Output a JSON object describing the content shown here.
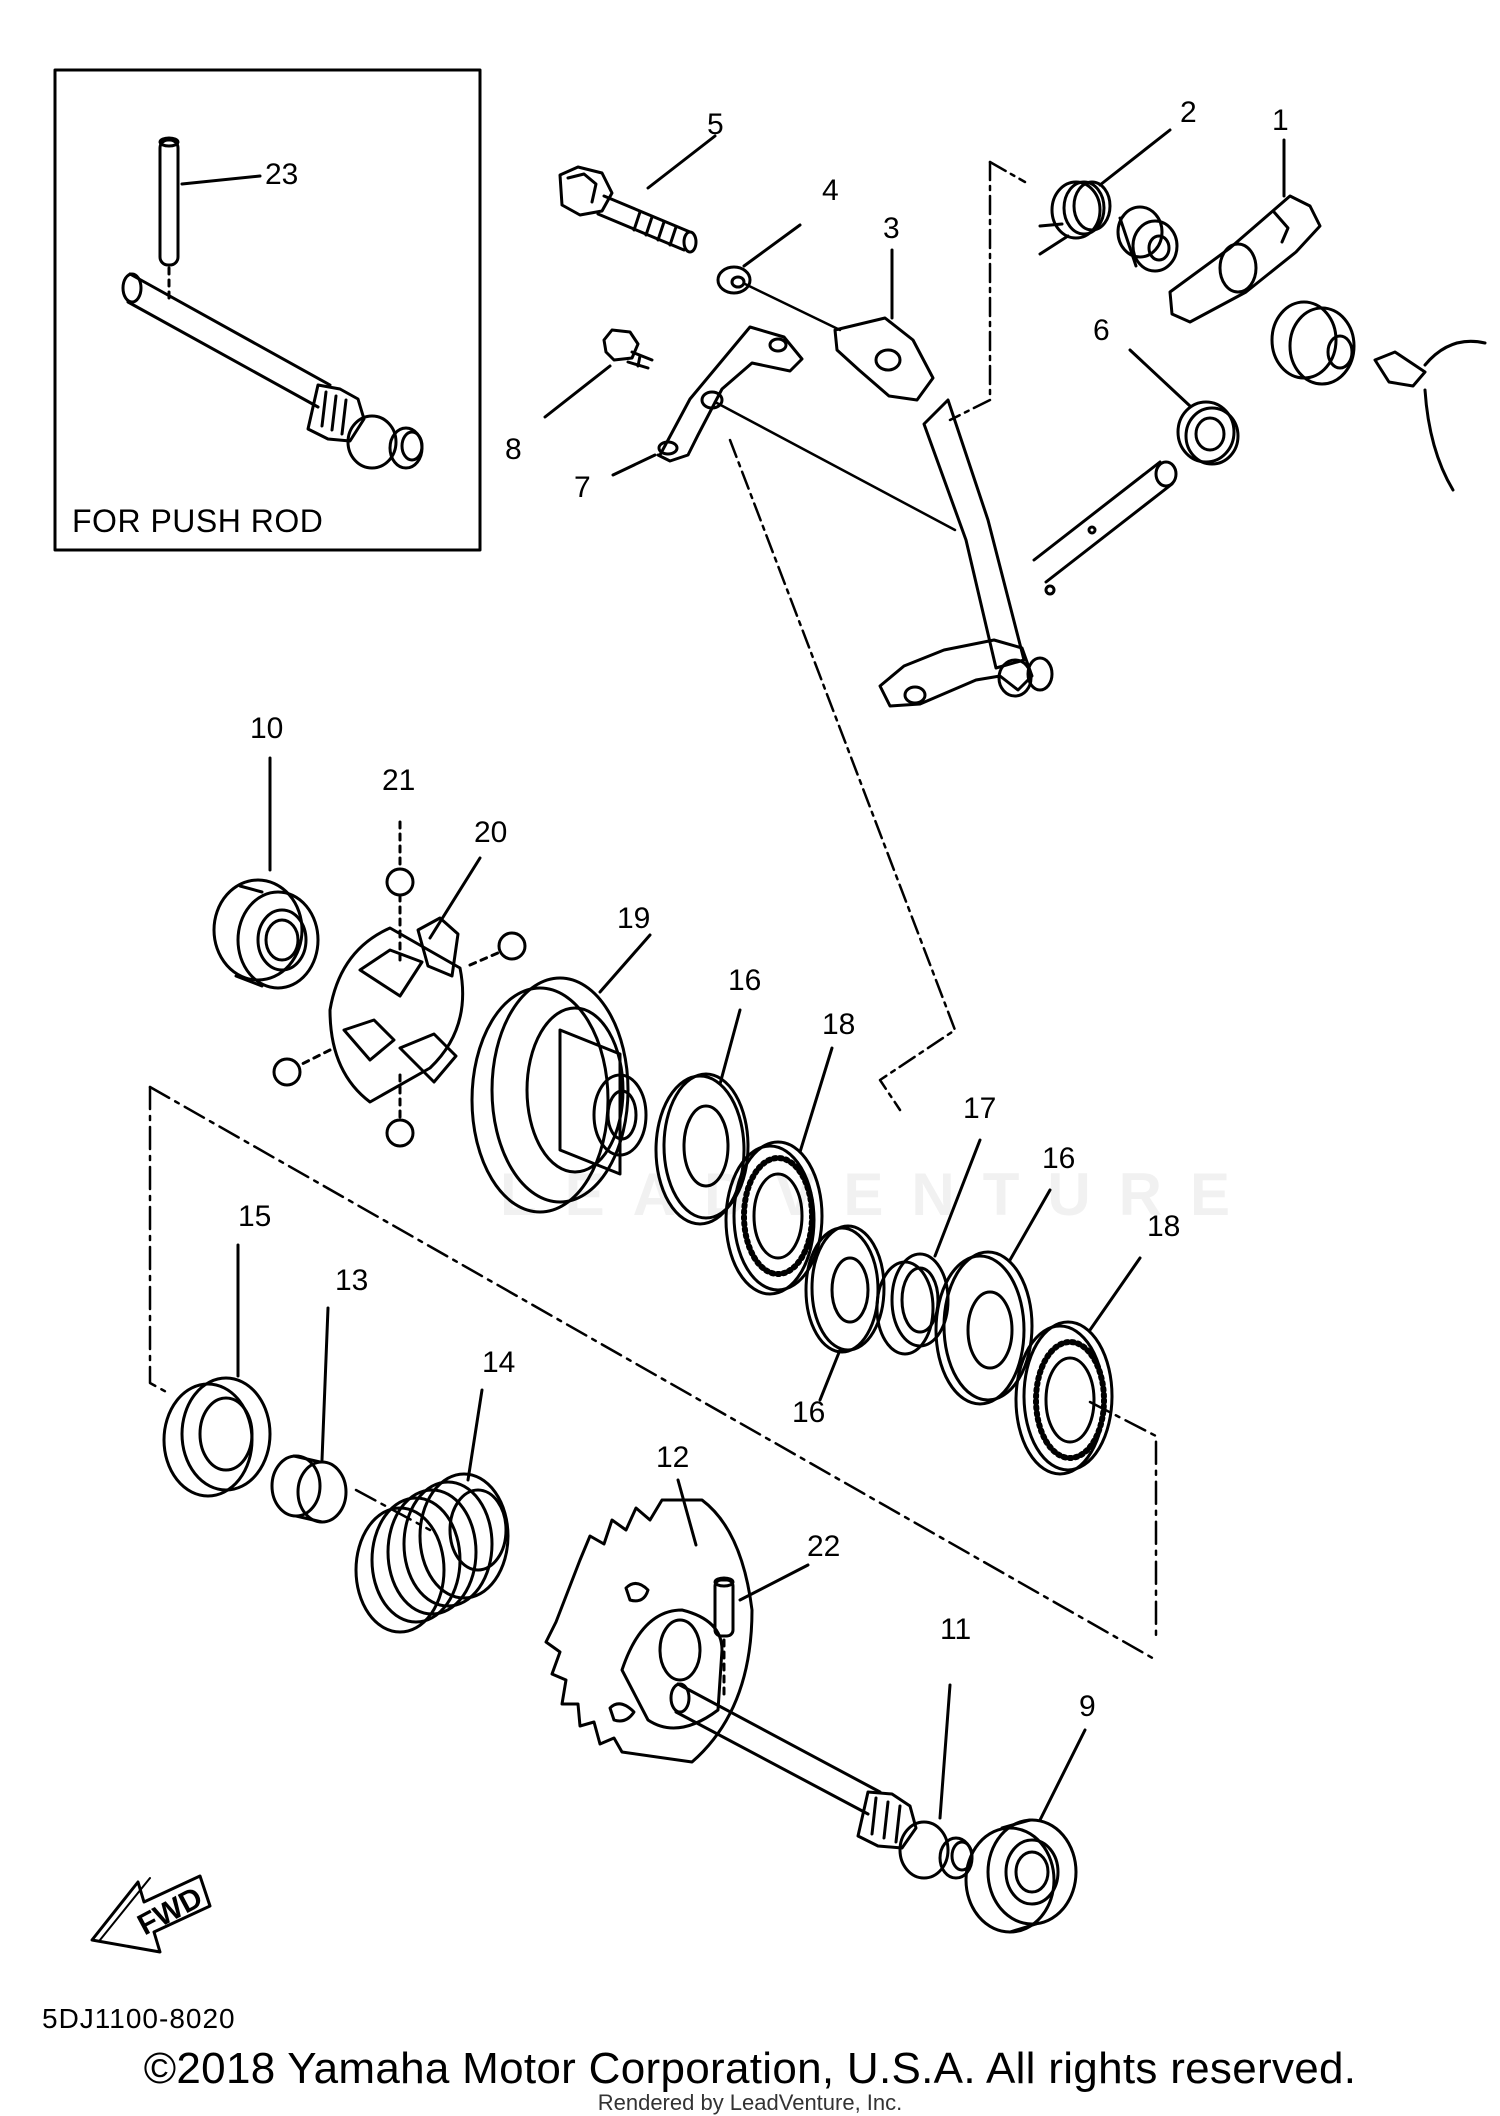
{
  "inset": {
    "caption": "FOR PUSH ROD"
  },
  "callouts": [
    "1",
    "2",
    "3",
    "4",
    "5",
    "6",
    "7",
    "8",
    "9",
    "10",
    "11",
    "12",
    "13",
    "14",
    "15",
    "16",
    "16",
    "16",
    "17",
    "18",
    "18",
    "19",
    "20",
    "21",
    "22",
    "23"
  ],
  "fwd_label": "FWD",
  "doc_code": "5DJ1100-8020",
  "copyright": "©2018 Yamaha Motor Corporation, U.S.A. All rights reserved.",
  "renderer": "Rendered by LeadVenture, Inc.",
  "watermark": "LEADVENTURE"
}
